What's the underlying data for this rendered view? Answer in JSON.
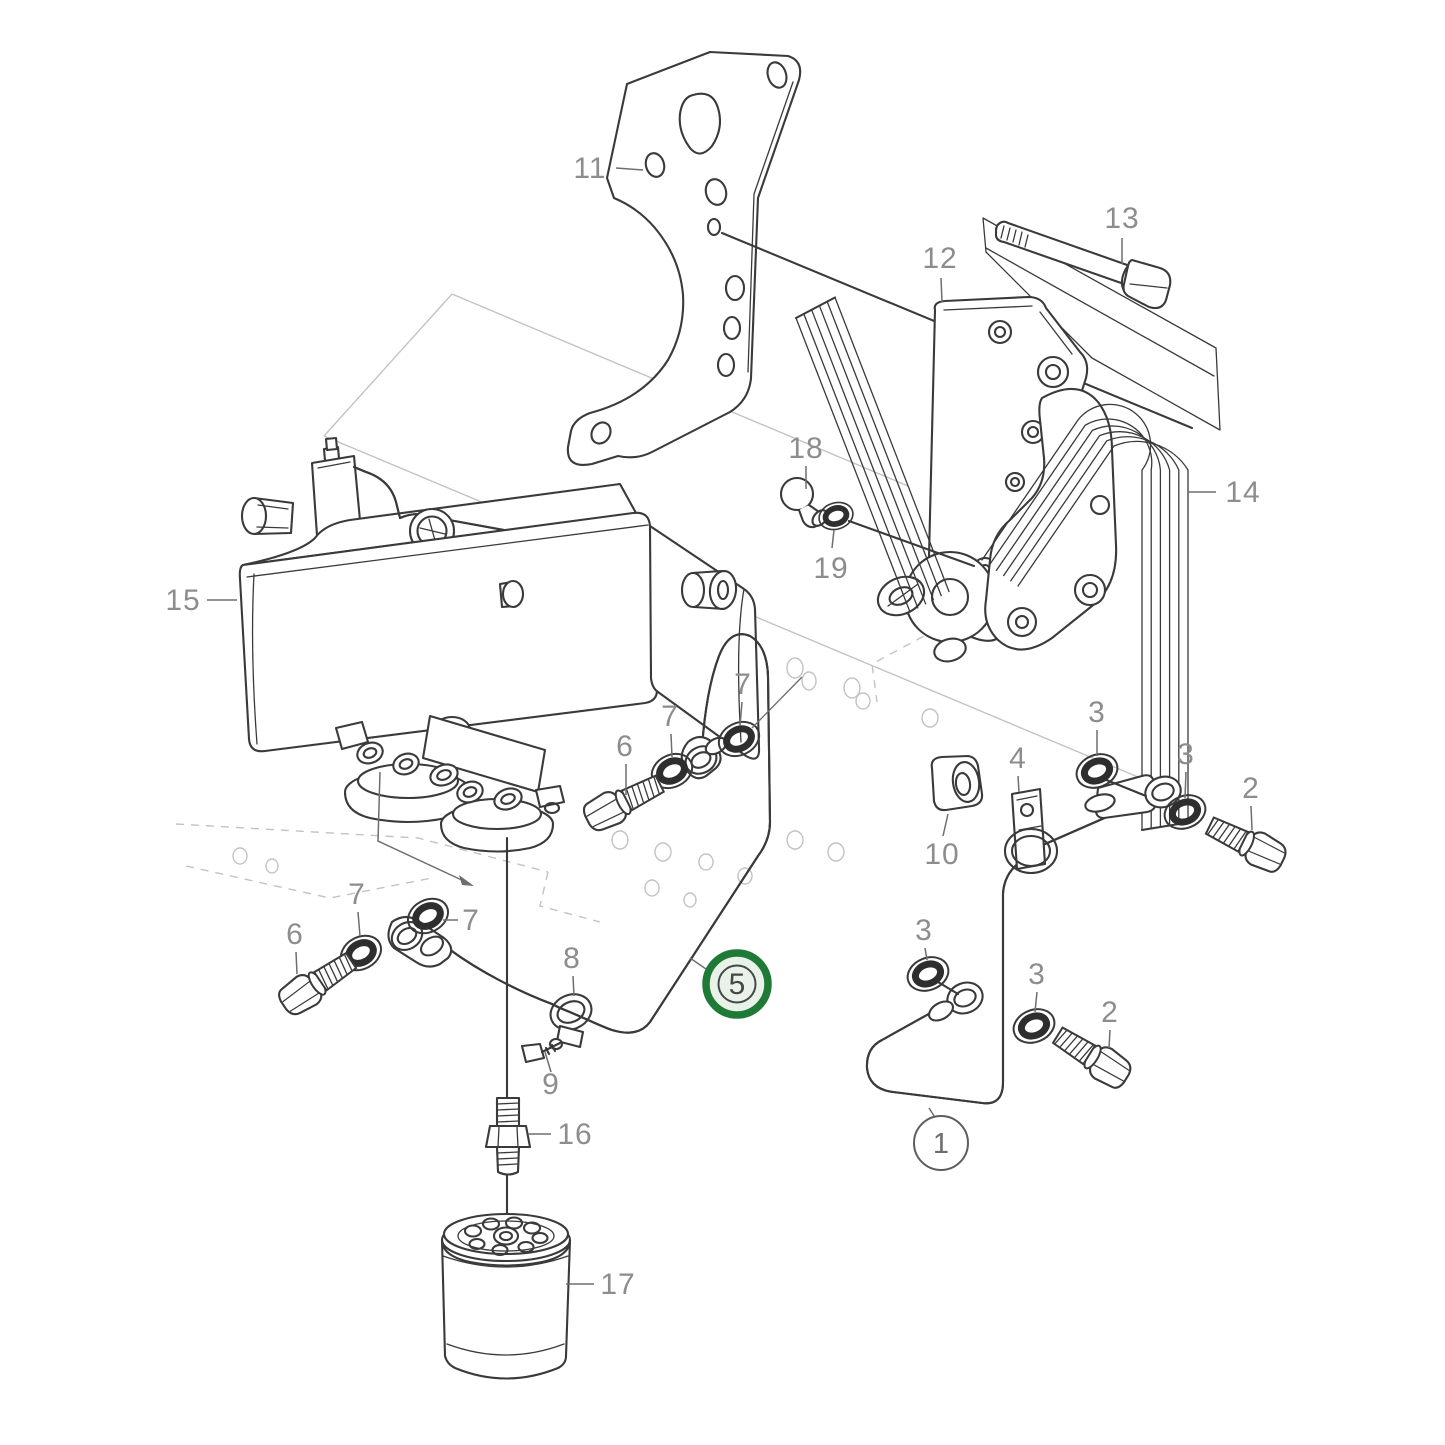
{
  "diagram": {
    "type": "exploded-parts-diagram",
    "subject": "engine-oil-cooler-and-filter-lines",
    "selected_callout": "5",
    "colors": {
      "line": "#3a3a3a",
      "label": "#8d8d8d",
      "leader": "#6e6e6e",
      "ghost": "#c3c3c3",
      "highlight_ring": "#1e7a36",
      "highlight_fill": "#e9f2e9"
    },
    "callouts": {
      "1": "1",
      "2": "2",
      "3": "3",
      "4": "4",
      "5": "5",
      "6": "6",
      "7": "7",
      "8": "8",
      "9": "9",
      "10": "10",
      "11": "11",
      "12": "12",
      "13": "13",
      "14": "14",
      "15": "15",
      "16": "16",
      "17": "17",
      "18": "18",
      "19": "19"
    }
  }
}
